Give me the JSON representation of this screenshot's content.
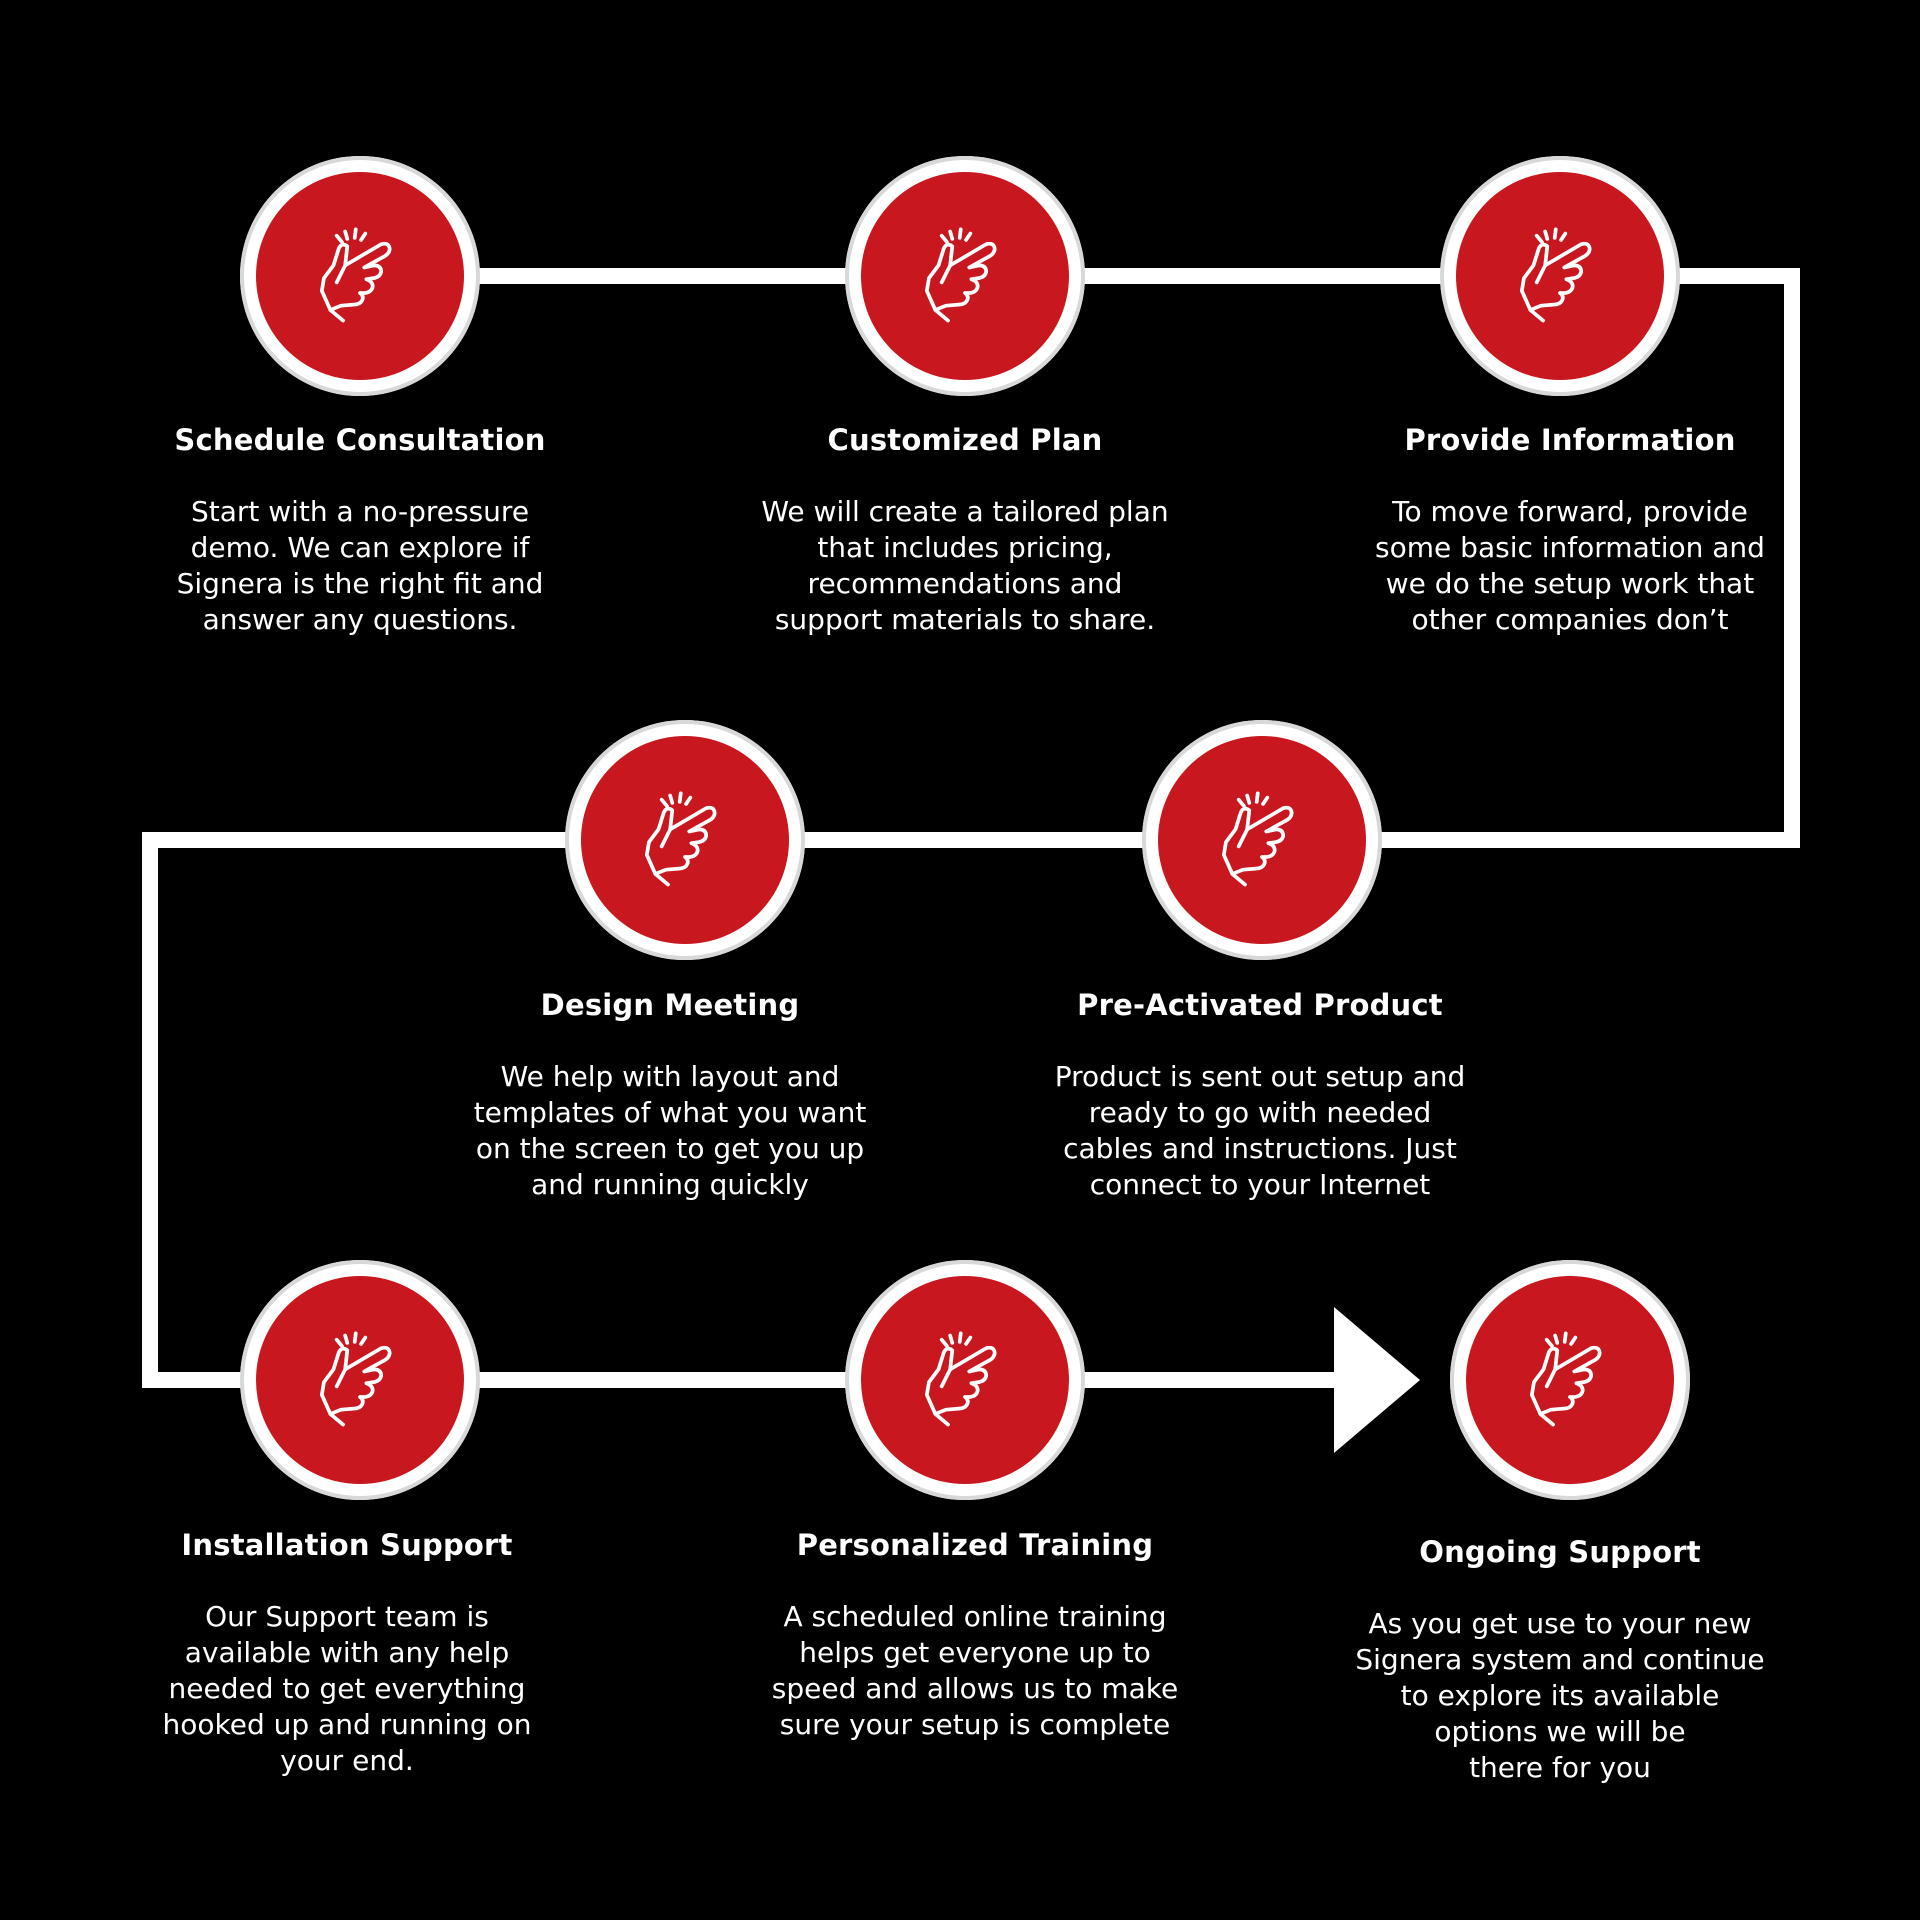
{
  "colors": {
    "background": "#000000",
    "accent": "#c8171e",
    "line": "#ffffff",
    "text": "#ffffff"
  },
  "icon": "hand-pointing-tap-icon",
  "steps": [
    {
      "title": "Schedule Consultation",
      "description_lines": [
        "Start with a no-pressure",
        "demo. We can explore if",
        "Signera is the right fit and",
        "answer any questions."
      ]
    },
    {
      "title": "Customized Plan",
      "description_lines": [
        "We will create a tailored plan",
        "that includes pricing,",
        "recommendations and",
        "support materials to share."
      ]
    },
    {
      "title": "Provide Information",
      "description_lines": [
        "To move forward, provide",
        "some basic information and",
        "we do the setup work that",
        "other companies don’t"
      ]
    },
    {
      "title": "Pre-Activated Product",
      "description_lines": [
        "Product is sent out setup and",
        "ready to go with needed",
        "cables and instructions. Just",
        "connect to your Internet"
      ]
    },
    {
      "title": "Design Meeting",
      "description_lines": [
        "We help with layout and",
        "templates of what you want",
        "on the screen to get you up",
        "and running quickly"
      ]
    },
    {
      "title": "Installation Support",
      "description_lines": [
        "Our Support team is",
        "available with any help",
        "needed to get everything",
        "hooked up and running on",
        "your end."
      ]
    },
    {
      "title": "Personalized Training",
      "description_lines": [
        "A scheduled online training",
        "helps get everyone up to",
        "speed and allows us to make",
        "sure your setup is complete"
      ]
    },
    {
      "title": "Ongoing Support",
      "description_lines": [
        "As you get use to your new",
        "Signera system and continue",
        "to explore its available",
        "options we will be",
        "there for you"
      ]
    }
  ]
}
